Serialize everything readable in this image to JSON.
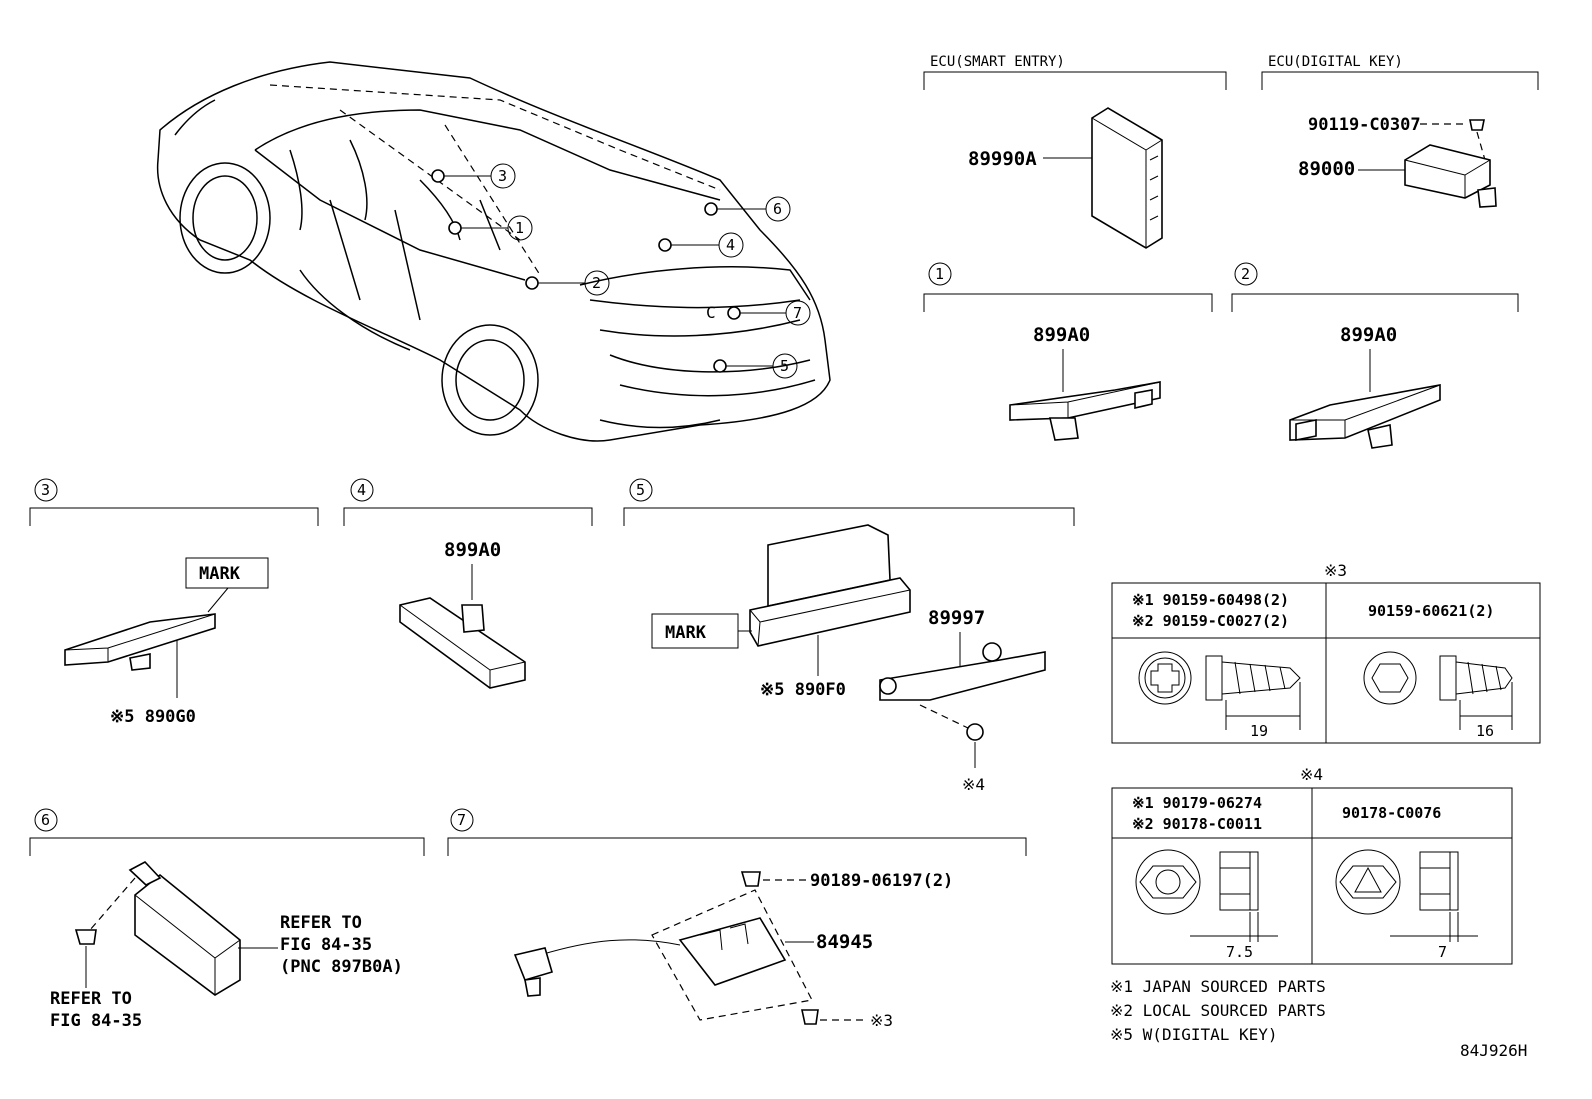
{
  "sections": {
    "ecu_smart_entry": "ECU(SMART ENTRY)",
    "ecu_digital_key": "ECU(DIGITAL KEY)"
  },
  "callouts": [
    "1",
    "2",
    "3",
    "4",
    "5",
    "6",
    "7"
  ],
  "parts": {
    "p89990A": "89990A",
    "p90119": "90119-C0307",
    "p89000": "89000",
    "p899A0_1": "899A0",
    "p899A0_2": "899A0",
    "mark_3": "MARK",
    "p890G0": "※5 890G0",
    "p899A0_4": "899A0",
    "mark_5": "MARK",
    "p89997": "89997",
    "p890F0": "※5 890F0",
    "ref_note4": "※4",
    "refer6a": [
      "REFER TO",
      "FIG 84-35",
      "(PNC 897B0A)"
    ],
    "refer6b": [
      "REFER TO",
      "FIG 84-35"
    ],
    "p90189": "90189-06197(2)",
    "p84945": "84945",
    "ref_note3": "※3"
  },
  "table3": {
    "title": "※3",
    "left_line1": "※1 90159-60498(2)",
    "left_line2": "※2 90159-C0027(2)",
    "right": "90159-60621(2)",
    "dim_left": "19",
    "dim_right": "16"
  },
  "table4": {
    "title": "※4",
    "left_line1": "※1 90179-06274",
    "left_line2": "※2 90178-C0011",
    "right": "90178-C0076",
    "dim_left": "7.5",
    "dim_right": "7"
  },
  "notes": [
    "※1 JAPAN SOURCED PARTS",
    "※2 LOCAL SOURCED PARTS",
    "※5 W(DIGITAL KEY)"
  ],
  "figure_code": "84J926H"
}
